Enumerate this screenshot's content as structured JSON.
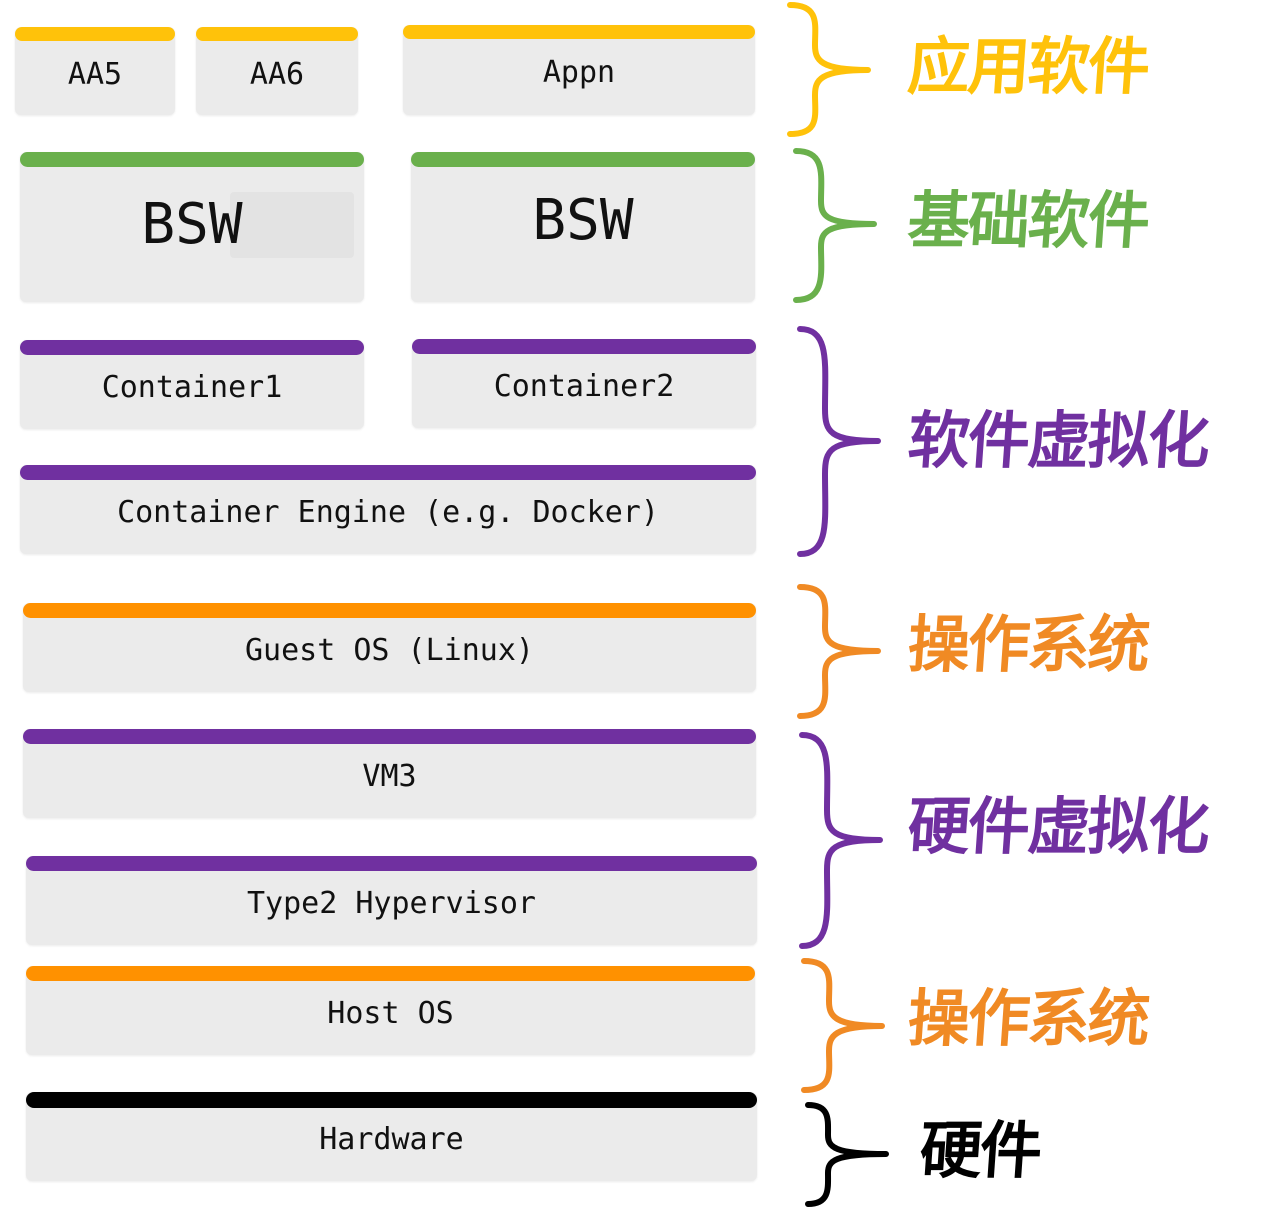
{
  "colors": {
    "app": "#ffc20a",
    "basic": "#6ab04c",
    "virtual": "#7030a0",
    "os": "#ff9100",
    "os_text": "#f08a24",
    "hardware": "#000000",
    "box_bg": "#ebebeb"
  },
  "boxes": {
    "aa5": "AA5",
    "aa6": "AA6",
    "appn": "Appn",
    "bsw_1": "BSW",
    "bsw_2": "BSW",
    "container1": "Container1",
    "container2": "Container2",
    "container_engine": "Container Engine (e.g. Docker)",
    "guest_os": "Guest OS (Linux)",
    "vm3": "VM3",
    "type2_hypervisor": "Type2 Hypervisor",
    "host_os": "Host OS",
    "hardware": "Hardware"
  },
  "layers": {
    "application_software": "应用软件",
    "basic_software": "基础软件",
    "software_virtualization": "软件虚拟化",
    "guest_operating_system": "操作系统",
    "hardware_virtualization": "硬件虚拟化",
    "host_operating_system": "操作系统",
    "hardware": "硬件"
  }
}
